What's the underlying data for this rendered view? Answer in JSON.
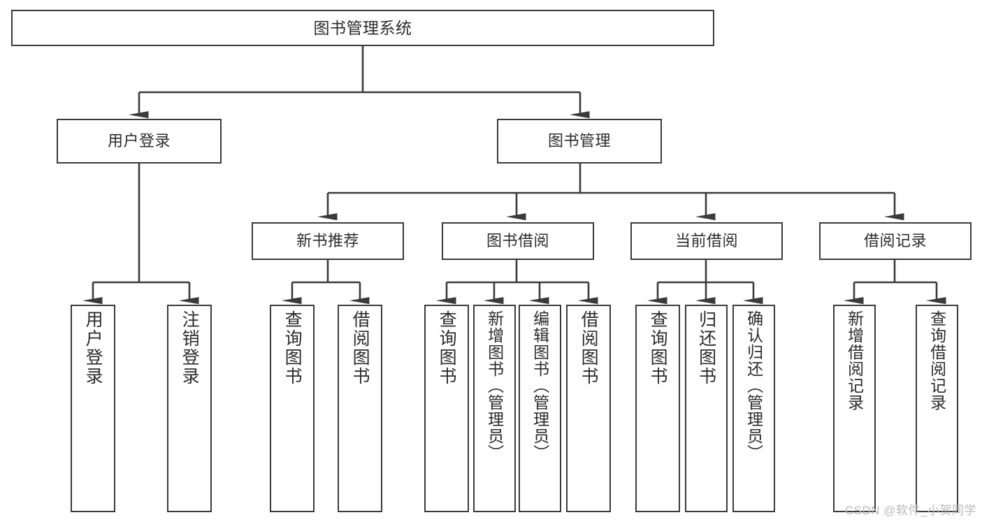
{
  "diagram": {
    "title": "图书管理系统",
    "type": "tree-hierarchy",
    "watermark": "CSDN @软件_小贺同学",
    "colors": {
      "stroke": "#3a3a3a",
      "fill": "#ffffff",
      "text": "#2b2b2b",
      "watermark": "#b9b9b9"
    }
  },
  "nodes": {
    "root": {
      "label": "图书管理系统"
    },
    "level2": [
      {
        "id": "user-login",
        "label": "用户登录"
      },
      {
        "id": "book-manage",
        "label": "图书管理"
      }
    ],
    "level3": [
      {
        "id": "new-book-recommend",
        "label": "新书推荐"
      },
      {
        "id": "book-borrow",
        "label": "图书借阅"
      },
      {
        "id": "current-borrow",
        "label": "当前借阅"
      },
      {
        "id": "borrow-record",
        "label": "借阅记录"
      }
    ],
    "leaves": {
      "user-login": [
        {
          "id": "leaf-user-login",
          "label": "用户登录"
        },
        {
          "id": "leaf-logout-login",
          "label": "注销登录"
        }
      ],
      "new-book-recommend": [
        {
          "id": "leaf-query-book-1",
          "label": "查询图书"
        },
        {
          "id": "leaf-borrow-book-1",
          "label": "借阅图书"
        }
      ],
      "book-borrow": [
        {
          "id": "leaf-query-book-2",
          "label": "查询图书"
        },
        {
          "id": "leaf-add-book",
          "label": "新增图书（管理员）"
        },
        {
          "id": "leaf-edit-book",
          "label": "编辑图书（管理员）"
        },
        {
          "id": "leaf-borrow-book-2",
          "label": "借阅图书"
        }
      ],
      "current-borrow": [
        {
          "id": "leaf-query-book-3",
          "label": "查询图书"
        },
        {
          "id": "leaf-return-book",
          "label": "归还图书"
        },
        {
          "id": "leaf-confirm-return",
          "label": "确认归还（管理员）"
        }
      ],
      "borrow-record": [
        {
          "id": "leaf-add-record",
          "label": "新增借阅记录"
        },
        {
          "id": "leaf-query-record",
          "label": "查询借阅记录"
        }
      ]
    }
  }
}
